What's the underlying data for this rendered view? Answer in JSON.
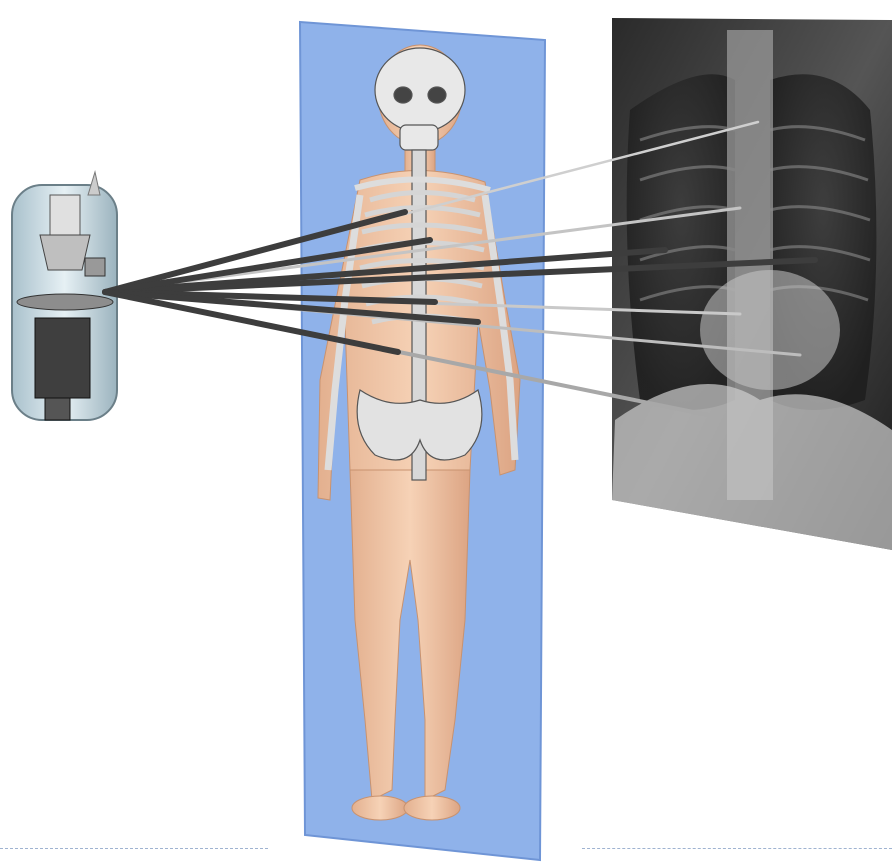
{
  "scene": {
    "tube": "x-ray-tube",
    "subject": "human-body-with-skeleton",
    "film": "chest-radiograph"
  },
  "colors": {
    "background": "#ffffff",
    "panel": "#8fb2ea",
    "panel_edge": "#6f95d6",
    "skin": "#f3c9a8",
    "bone": "#e4e4e4",
    "xray_dark": "#1b1b1b",
    "xray_light": "#c9c9c9",
    "beam_dark": "#3d3d3d",
    "beam_light": "#cfcfcf",
    "divider": "#9fb3d1"
  }
}
